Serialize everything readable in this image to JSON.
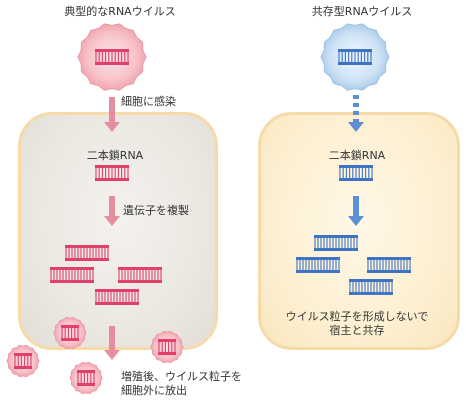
{
  "left": {
    "title": "典型的なRNAウイルス",
    "step_infect": "細胞に感染",
    "dsrna_label": "二本鎖RNA",
    "step_replicate": "遺伝子を複製",
    "step_release_line1": "増殖後、ウイルス粒子を",
    "step_release_line2": "細胞外に放出"
  },
  "right": {
    "title": "共存型RNAウイルス",
    "dsrna_label": "二本鎖RNA",
    "coexist_line1": "ウイルス粒子を形成しないで",
    "coexist_line2": "宿主と共存"
  },
  "colors": {
    "red_rna": "#e0406a",
    "blue_rna": "#3f73c4",
    "red_arrow": "#e58ea0",
    "blue_arrow": "#5d8fd6",
    "cell_border": "#f6dba8"
  }
}
